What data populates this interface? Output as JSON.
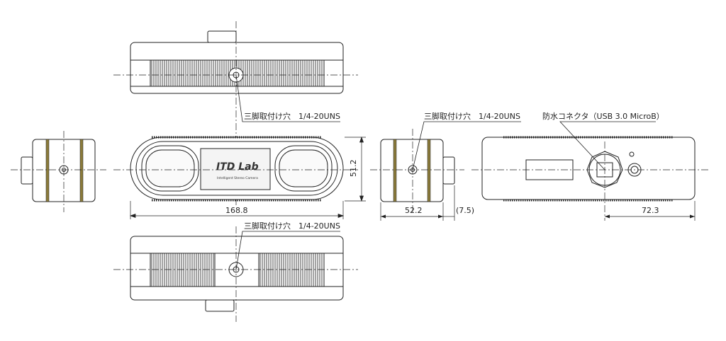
{
  "annotations": {
    "tripod_top": "三脚取付け穴　1/4-20UNS",
    "tripod_side": "三脚取付け穴　1/4-20UNS",
    "tripod_bottom": "三脚取付け穴　1/4-20UNS",
    "connector": "防水コネクタ（USB 3.0 MicroB）"
  },
  "dimensions": {
    "width": "168.8",
    "height": "51.2",
    "depth": "52.2",
    "connector_protrusion": "(7.5)",
    "connector_offset": "72.3"
  },
  "logo": {
    "brand": "ITD Lab",
    "tagline": "Intelligent Stereo Camera"
  },
  "colors": {
    "line": "#222222",
    "accent_band": "#8a7a3a",
    "panel_fill": "#f4f4f4"
  }
}
